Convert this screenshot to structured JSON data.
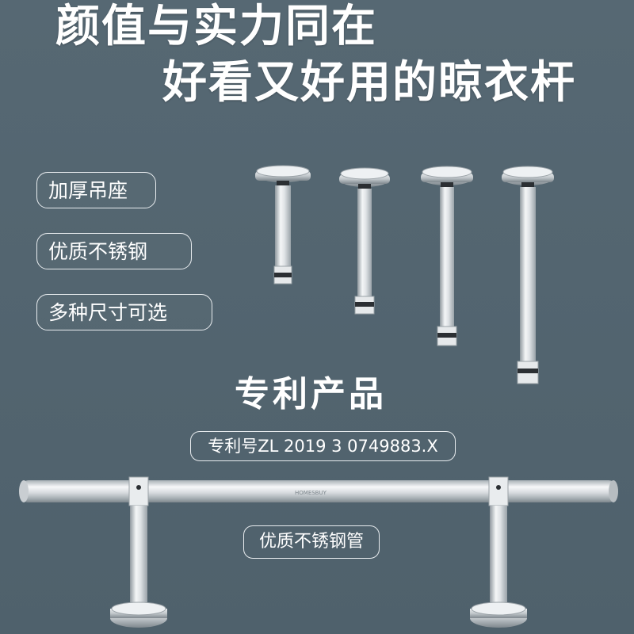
{
  "headline": {
    "line1": "颜值与实力同在",
    "line2": "好看又好用的晾衣杆"
  },
  "features": [
    {
      "label": "加厚吊座"
    },
    {
      "label": "优质不锈钢"
    },
    {
      "label": "多种尺寸可选"
    }
  ],
  "patent": {
    "title": "专利产品",
    "number": "专利号ZL 2019 3 0749883.X"
  },
  "tube_label": "优质不锈钢管",
  "rod_engraving": "HOMESBUY",
  "colors": {
    "background": "#536470",
    "text": "#ffffff",
    "pill_border": "#e8ecef",
    "steel_light": "#f4f6f7",
    "steel_dark": "#8f989e"
  },
  "bracket_sizes": [
    {
      "relative_length": 1.0
    },
    {
      "relative_length": 1.4
    },
    {
      "relative_length": 1.6
    },
    {
      "relative_length": 2.0
    }
  ]
}
